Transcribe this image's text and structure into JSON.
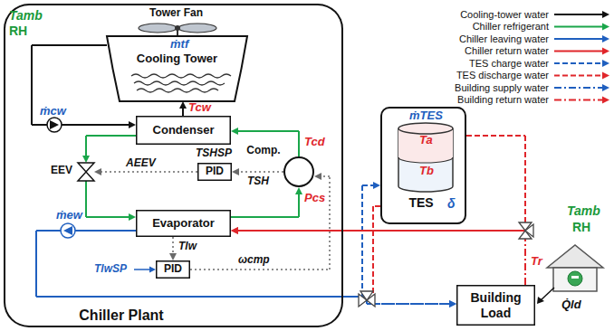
{
  "diagram": {
    "nodes": [
      {
        "text": [
          "Chiller Plant"
        ]
      },
      {
        "text": [
          "Cooling Tower"
        ],
        "in": 0
      },
      {
        "text": [
          "Condenser"
        ],
        "in": 0
      },
      {
        "text": [
          "Comp."
        ],
        "in": 0
      },
      {
        "text": [
          "PID"
        ],
        "in": 0
      },
      {
        "text": [
          "EEV"
        ],
        "in": 0
      },
      {
        "text": [
          "Evaporator"
        ],
        "in": 0
      },
      {
        "text": [
          "PID"
        ],
        "in": 0
      },
      {
        "text": [
          "TES"
        ]
      },
      {
        "text": [
          "Building Load"
        ]
      }
    ],
    "edges": [
      {
        "from": 1,
        "to": 2,
        "arrow": "to"
      },
      {
        "from": 2,
        "to": 1,
        "arrow": "to"
      },
      {
        "from": 3,
        "to": 2,
        "arrow": "to"
      },
      {
        "from": 2,
        "to": 5,
        "arrow": "to"
      },
      {
        "from": 5,
        "to": 6,
        "arrow": "to"
      },
      {
        "from": 6,
        "to": 3,
        "arrow": "to"
      },
      {
        "from": 3,
        "to": 4,
        "label": "TSH",
        "arrow": "to"
      },
      {
        "from": 4,
        "to": 5,
        "label": "AEEV",
        "arrow": "to"
      },
      {
        "from": 6,
        "to": 7,
        "label": "Tlw",
        "arrow": "to"
      },
      {
        "from": 7,
        "to": 3,
        "label": "ωcmp",
        "arrow": "to"
      },
      {
        "from": 6,
        "to": 9,
        "arrow": "to"
      },
      {
        "from": 6,
        "to": 8,
        "arrow": "to"
      },
      {
        "from": 8,
        "to": 9,
        "arrow": "to"
      },
      {
        "from": 9,
        "to": 6,
        "arrow": "to"
      },
      {
        "from": 8,
        "to": 6,
        "arrow": "to"
      }
    ],
    "labels": [
      "Tower Fan",
      "Tamb",
      "RH",
      "ṁtf",
      "ṁcw",
      "Tcw",
      "Tcd",
      "Pcs",
      "TSHSP",
      "ṁew",
      "TlwSP",
      "ṁTES",
      "Ta",
      "Tb",
      "δ",
      "Tamb",
      "RH",
      "Tr",
      "Q̇ld"
    ],
    "legend": [
      {
        "text": "Cooling-tower water"
      },
      {
        "text": "Chiller refrigerant"
      },
      {
        "text": "Chiller leaving water"
      },
      {
        "text": "Chiller return water"
      },
      {
        "text": "TES charge water"
      },
      {
        "text": "TES discharge water"
      },
      {
        "text": "Building supply water"
      },
      {
        "text": "Building return water"
      }
    ]
  }
}
